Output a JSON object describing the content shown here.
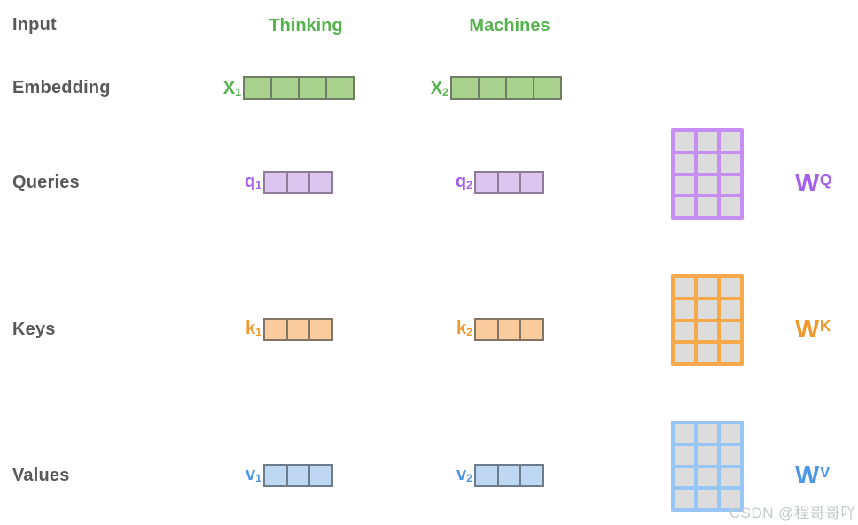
{
  "colors": {
    "green": "#55b34e",
    "green-fill": "#a9d18e",
    "green-border": "#6f7d66",
    "purple": "#a360e8",
    "purple-fill": "#dcc6f0",
    "purple-border": "#8d7d99",
    "purple-grid": "#c68df2",
    "orange": "#ee9a2e",
    "orange-fill": "#f9cb9d",
    "orange-border": "#827566",
    "orange-grid": "#f6a94a",
    "blue": "#4d97e8",
    "blue-fill": "#bed8f3",
    "blue-border": "#6c7c8d",
    "blue-grid": "#97c6f5",
    "cell-gray": "#dcdcdc",
    "label-gray": "#595959",
    "watermark-gray": "#c4c7cb"
  },
  "row_labels": {
    "input": "Input",
    "embedding": "Embedding",
    "queries": "Queries",
    "keys": "Keys",
    "values": "Values"
  },
  "words": {
    "first": "Thinking",
    "second": "Machines"
  },
  "vectors": {
    "x1": {
      "base": "X",
      "sub": "1",
      "cells": 4
    },
    "x2": {
      "base": "X",
      "sub": "2",
      "cells": 4
    },
    "q1": {
      "base": "q",
      "sub": "1",
      "cells": 3
    },
    "q2": {
      "base": "q",
      "sub": "2",
      "cells": 3
    },
    "k1": {
      "base": "k",
      "sub": "1",
      "cells": 3
    },
    "k2": {
      "base": "k",
      "sub": "2",
      "cells": 3
    },
    "v1": {
      "base": "v",
      "sub": "1",
      "cells": 3
    },
    "v2": {
      "base": "v",
      "sub": "2",
      "cells": 3
    }
  },
  "matrices": {
    "wq": {
      "base": "W",
      "sup": "Q",
      "cells": 12
    },
    "wk": {
      "base": "W",
      "sup": "K",
      "cells": 12
    },
    "wv": {
      "base": "W",
      "sup": "V",
      "cells": 12
    }
  },
  "watermark": "CSDN @程哥哥吖"
}
